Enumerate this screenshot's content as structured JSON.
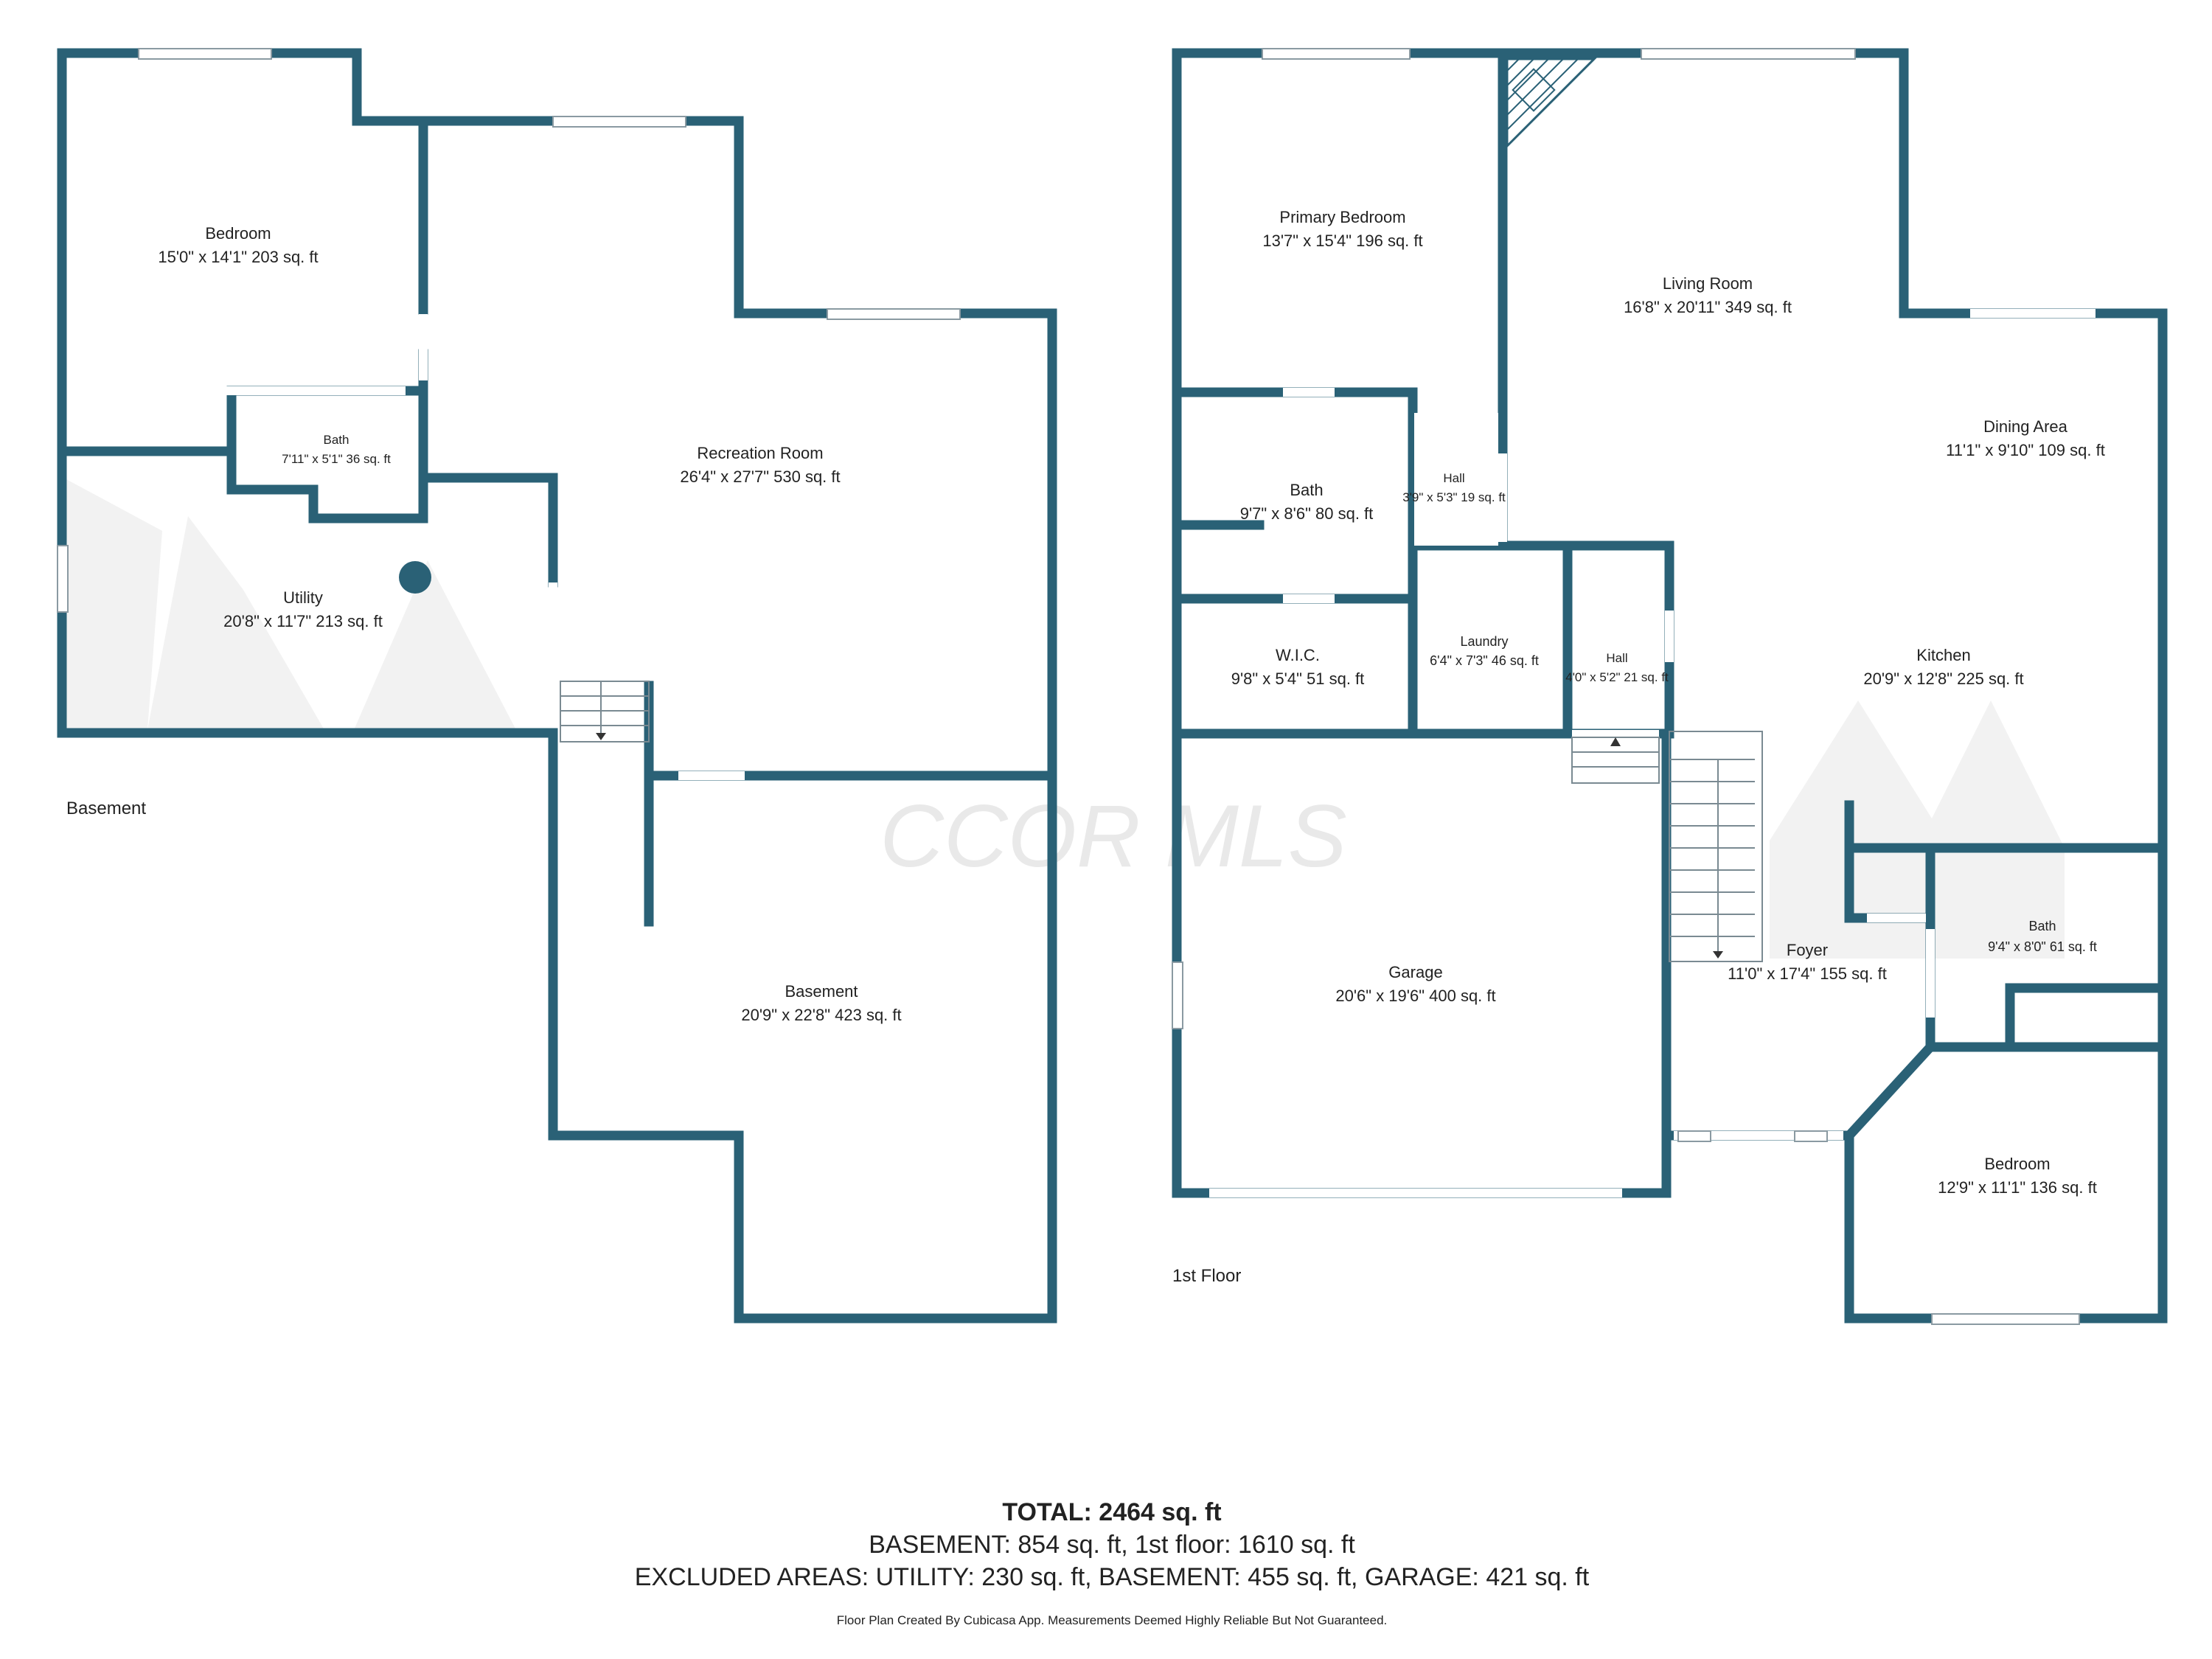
{
  "watermark": "CCOR MLS",
  "floors": [
    {
      "id": "basement",
      "label": "Basement"
    },
    {
      "id": "first",
      "label": "1st Floor"
    }
  ],
  "rooms": [
    {
      "id": "b-bedroom",
      "name": "Bedroom",
      "dims": "15'0\" x 14'1\" 203 sq. ft"
    },
    {
      "id": "b-bath",
      "name": "Bath",
      "dims": "7'11\" x 5'1\" 36 sq. ft"
    },
    {
      "id": "b-utility",
      "name": "Utility",
      "dims": "20'8\" x 11'7\" 213 sq. ft"
    },
    {
      "id": "b-recreation",
      "name": "Recreation Room",
      "dims": "26'4\" x 27'7\" 530 sq. ft"
    },
    {
      "id": "b-basement",
      "name": "Basement",
      "dims": "20'9\" x 22'8\" 423 sq. ft"
    },
    {
      "id": "f-primary",
      "name": "Primary Bedroom",
      "dims": "13'7\" x 15'4\" 196 sq. ft"
    },
    {
      "id": "f-living",
      "name": "Living Room",
      "dims": "16'8\" x 20'11\" 349 sq. ft"
    },
    {
      "id": "f-dining",
      "name": "Dining Area",
      "dims": "11'1\" x 9'10\" 109 sq. ft"
    },
    {
      "id": "f-bath1",
      "name": "Bath",
      "dims": "9'7\" x 8'6\" 80 sq. ft"
    },
    {
      "id": "f-hall1",
      "name": "Hall",
      "dims": "3'9\" x 5'3\" 19 sq. ft"
    },
    {
      "id": "f-wic",
      "name": "W.I.C.",
      "dims": "9'8\" x 5'4\" 51 sq. ft"
    },
    {
      "id": "f-laundry",
      "name": "Laundry",
      "dims": "6'4\" x 7'3\" 46 sq. ft"
    },
    {
      "id": "f-hall2",
      "name": "Hall",
      "dims": "4'0\" x 5'2\" 21 sq. ft"
    },
    {
      "id": "f-kitchen",
      "name": "Kitchen",
      "dims": "20'9\" x 12'8\" 225 sq. ft"
    },
    {
      "id": "f-garage",
      "name": "Garage",
      "dims": "20'6\" x 19'6\" 400 sq. ft"
    },
    {
      "id": "f-foyer",
      "name": "Foyer",
      "dims": "11'0\" x 17'4\" 155 sq. ft"
    },
    {
      "id": "f-bath2",
      "name": "Bath",
      "dims": "9'4\" x 8'0\" 61 sq. ft"
    },
    {
      "id": "f-bedroom",
      "name": "Bedroom",
      "dims": "12'9\" x 11'1\" 136 sq. ft"
    }
  ],
  "footer": {
    "total": "TOTAL: 2464 sq. ft",
    "breakdown": "BASEMENT: 854 sq. ft, 1st floor: 1610 sq. ft",
    "excluded": "EXCLUDED AREAS: UTILITY: 230 sq. ft, BASEMENT: 455 sq. ft, GARAGE: 421 sq. ft",
    "disclaimer": "Floor Plan Created By Cubicasa App. Measurements Deemed Highly Reliable But Not Guaranteed."
  },
  "colors": {
    "wall": "#2a6176",
    "text": "#222222",
    "background": "#ffffff"
  }
}
